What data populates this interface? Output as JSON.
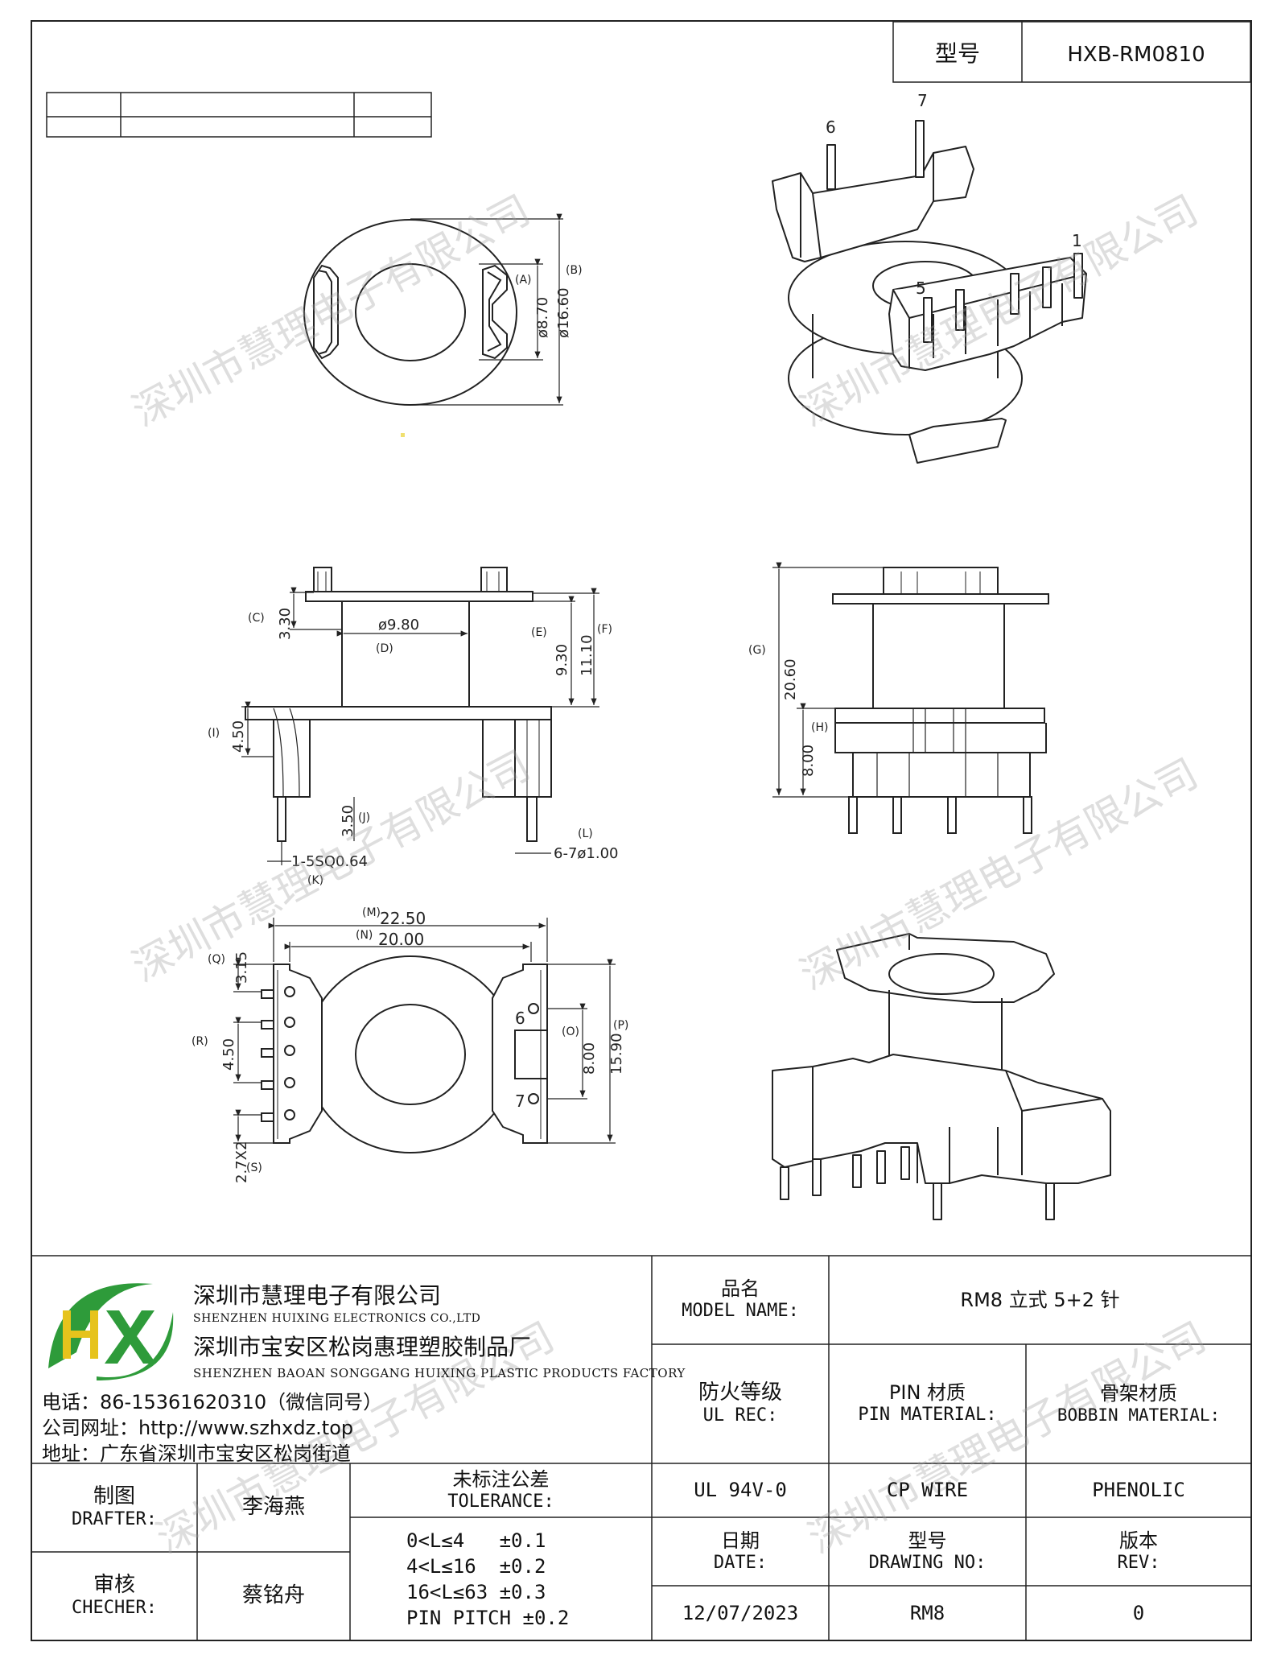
{
  "header": {
    "model_label": "型号",
    "model_value": "HXB-RM0810"
  },
  "watermark": "深圳市慧理电子有限公司",
  "dimensions": {
    "top_view": {
      "a_label": "(A)",
      "a_value": "ø8.70",
      "b_label": "(B)",
      "b_value": "ø16.60"
    },
    "side_view": {
      "c_label": "(C)",
      "c_value": "3.30",
      "d_label": "(D)",
      "d_value": "ø9.80",
      "e_label": "(E)",
      "e_value": "9.30",
      "f_label": "(F)",
      "f_value": "11.10",
      "i_label": "(I)",
      "i_value": "4.50",
      "j_label": "(J)",
      "j_value": "3.50",
      "k_label": "(K)",
      "k_value": "1-5SQ0.64",
      "l_label": "(L)",
      "l_value": "6-7ø1.00"
    },
    "front_view": {
      "g_label": "(G)",
      "g_value": "20.60",
      "h_label": "(H)",
      "h_value": "8.00"
    },
    "bottom_view": {
      "m_label": "(M)",
      "m_value": "22.50",
      "n_label": "(N)",
      "n_value": "20.00",
      "o_label": "(O)",
      "o_value": "8.00",
      "p_label": "(P)",
      "p_value": "15.90",
      "q_label": "(Q)",
      "q_value": "3.15",
      "r_label": "(R)",
      "r_value": "4.50",
      "s_label": "(S)",
      "s_value": "2.7X2",
      "pin6": "6",
      "pin7": "7"
    },
    "iso_pins": {
      "p6": "6",
      "p7": "7",
      "p5": "5",
      "p1": "1"
    }
  },
  "company": {
    "name_cn": "深圳市慧理电子有限公司",
    "name_en": "SHENZHEN HUIXING ELECTRONICS CO.,LTD",
    "factory_cn": "深圳市宝安区松岗惠理塑胶制品厂",
    "factory_en": "SHENZHEN BAOAN SONGGANG HUIXING PLASTIC PRODUCTS FACTORY",
    "phone": "电话：86-15361620310（微信同号）",
    "website": "公司网址：http://www.szhxdz.top",
    "address": "地址：广东省深圳市宝安区松岗街道",
    "logo_colors": {
      "green": "#2e9b3a",
      "yellow": "#e6c31c"
    }
  },
  "title_block": {
    "model_name_cn": "品名",
    "model_name_en": "MODEL NAME:",
    "model_name_value": "RM8 立式 5+2 针",
    "ul_cn": "防火等级",
    "ul_en": "UL REC:",
    "ul_value": "UL 94V-0",
    "pin_cn": "PIN 材质",
    "pin_en": "PIN MATERIAL:",
    "pin_value": "CP WIRE",
    "bobbin_cn": "骨架材质",
    "bobbin_en": "BOBBIN MATERIAL:",
    "bobbin_value": "PHENOLIC",
    "drafter_cn": "制图",
    "drafter_en": "DRAFTER:",
    "drafter_name": "李海燕",
    "checker_cn": "审核",
    "checker_en": "CHECHER:",
    "checker_name": "蔡铭舟",
    "tolerance_cn": "未标注公差",
    "tolerance_en": "TOLERANCE:",
    "tolerance_lines": [
      "0<L≤4   ±0.1",
      "4<L≤16  ±0.2",
      "16<L≤63 ±0.3",
      "PIN PITCH ±0.2"
    ],
    "date_cn": "日期",
    "date_en": "DATE:",
    "date_value": "12/07/2023",
    "drawing_cn": "型号",
    "drawing_en": "DRAWING NO:",
    "drawing_value": "RM8",
    "rev_cn": "版本",
    "rev_en": "REV:",
    "rev_value": "0"
  }
}
